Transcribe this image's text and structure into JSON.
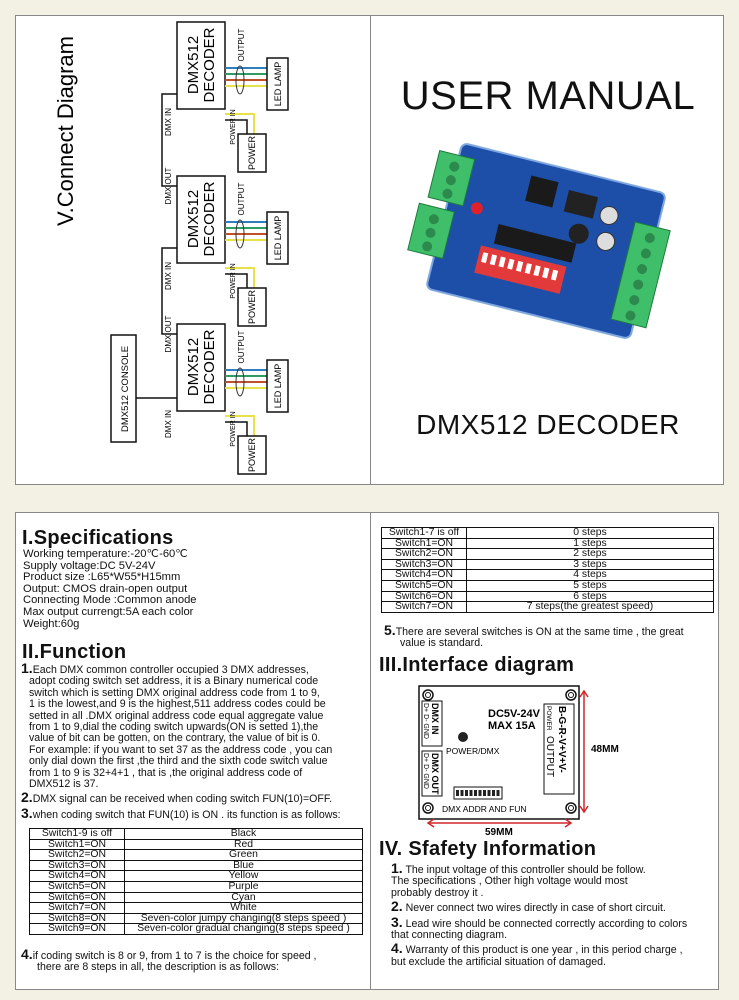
{
  "connect": {
    "title": "V.Connect Diagram",
    "decoder_line1": "DMX512",
    "decoder_line2": "DECODER",
    "output": "OUTPUT",
    "led_lamp": "LED LAMP",
    "power_in": "POWER IN",
    "power": "POWER",
    "dmx_in": "DMX IN",
    "dmx_out": "DMX OUT",
    "console": "DMX512 CONSOLE",
    "wire_colors": [
      "#2f7fc0",
      "#2e9c63",
      "#c0502a",
      "#e8e24a"
    ]
  },
  "cover": {
    "title": "USER MANUAL",
    "product": "DMX512 DECODER",
    "board_colors": {
      "pcb": "#1d4fa8",
      "terminal": "#3fbf6a",
      "dip": "#e23a3a"
    }
  },
  "specs": {
    "heading": "I.Specifications",
    "lines": [
      "Working temperature:-20℃-60℃",
      "Supply voltage:DC 5V-24V",
      "Product size :L65*W55*H15mm",
      "Output: CMOS drain-open output",
      "Connecting Mode :Common anode",
      "Max output currengt:5A  each color",
      "Weight:60g"
    ]
  },
  "function": {
    "heading": "II.Function",
    "items": [
      {
        "num": "1.",
        "lines": [
          "Each DMX common controller occupied 3 DMX addresses,",
          "adopt coding switch set address, it is a Binary numerical code",
          "switch which is setting DMX original address code from 1 to 9,",
          "1 is the lowest,and 9 is the highest,511 address codes  could be",
          "setted  in all .DMX original address code equal aggregate value",
          "from 1 to 9,dial the coding switch upwards(ON is setted 1),the",
          "value of bit can be  gotten, on the contrary, the value of bit is 0.",
          "For example: if you want to set 37 as the address code , you can",
          "only dial down the first ,the third and the  sixth code switch value",
          "from 1 to 9 is 32+4+1 , that is ,the original address  code of",
          "DMX512 is 37."
        ]
      },
      {
        "num": "2.",
        "lines": [
          "DMX signal can be received when coding switch FUN(10)=OFF."
        ]
      },
      {
        "num": "3.",
        "lines": [
          "when coding switch that FUN(10) is ON . its function is as follows:"
        ]
      }
    ],
    "color_table": [
      [
        "Switch1-9 is off",
        "Black"
      ],
      [
        "Switch1=ON",
        "Red"
      ],
      [
        "Switch2=ON",
        "Green"
      ],
      [
        "Switch3=ON",
        "Blue"
      ],
      [
        "Switch4=ON",
        "Yellow"
      ],
      [
        "Switch5=ON",
        "Purple"
      ],
      [
        "Switch6=ON",
        "Cyan"
      ],
      [
        "Switch7=ON",
        "White"
      ],
      [
        "Switch8=ON",
        "Seven-color jumpy changing(8 steps speed )"
      ],
      [
        "Switch9=ON",
        "Seven-color gradual changing(8 steps speed )"
      ]
    ],
    "item4": {
      "num": "4.",
      "lines": [
        "if coding switch is 8 or 9,  from 1 to 7 is the choice for speed ,",
        "there are 8 steps in all, the description is as follows:"
      ]
    },
    "speed_table": [
      [
        "Switch1-7 is off",
        "0 steps"
      ],
      [
        "Switch1=ON",
        "1 steps"
      ],
      [
        "Switch2=ON",
        "2 steps"
      ],
      [
        "Switch3=ON",
        "3 steps"
      ],
      [
        "Switch4=ON",
        "4 steps"
      ],
      [
        "Switch5=ON",
        "5 steps"
      ],
      [
        "Switch6=ON",
        "6 steps"
      ],
      [
        "Switch7=ON",
        "7 steps(the greatest speed)"
      ]
    ],
    "item5": {
      "num": "5.",
      "lines": [
        "There are several switches is ON at the same time , the great",
        "value is standard."
      ]
    }
  },
  "interface": {
    "heading": "III.Interface diagram",
    "dmx_in": "DMX IN",
    "dmx_out": "DMX OUT",
    "d_plus": "D+",
    "d_minus": "D-",
    "gnd": "GND",
    "voltage": "DC5V-24V",
    "current": "MAX 15A",
    "power_dmx": "POWER/DMX",
    "power": "POWER",
    "output": "OUTPUT",
    "output_pins": "B-G-R-V+V+V-",
    "dip_label": "DMX ADDR AND FUN",
    "height": "48MM",
    "width": "59MM",
    "dimension_color": "#d0262b"
  },
  "safety": {
    "heading": "IV. Sfafety Information",
    "items": [
      {
        "num": "1.",
        "lines": [
          " The input voltage of this controller should be follow.",
          "The specifications , Other high voltage would most",
          "probably destroy it ."
        ]
      },
      {
        "num": "2.",
        "lines": [
          " Never connect two wires directly in case of short circuit."
        ]
      },
      {
        "num": "3.",
        "lines": [
          " Lead wire should be connected correctly according to colors",
          "that connecting diagram."
        ]
      },
      {
        "num": "4.",
        "lines": [
          " Warranty of this product is one year , in this period charge ,",
          "but exclude the artificial situation of damaged."
        ]
      }
    ]
  }
}
